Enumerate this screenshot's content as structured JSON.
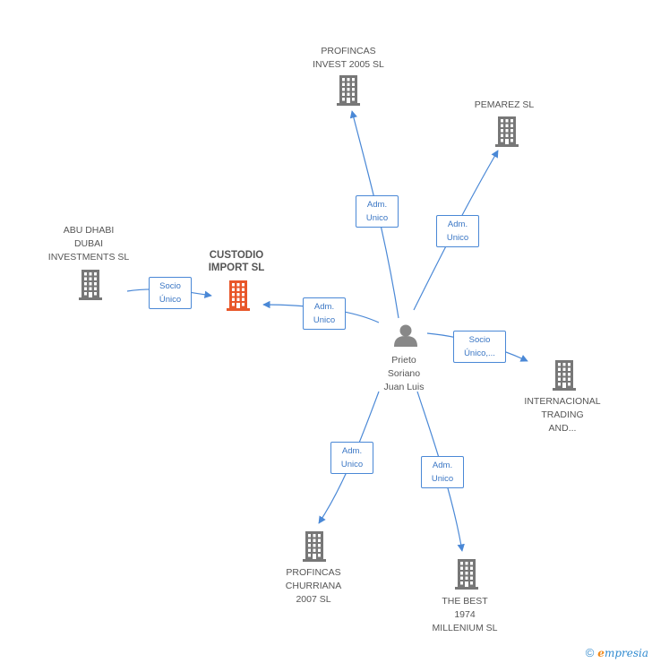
{
  "colors": {
    "edge": "#4a88d6",
    "company": "#777777",
    "focus": "#e8572a",
    "person": "#888888"
  },
  "center": {
    "name_lines": [
      "Prieto",
      "Soriano",
      "Juan Luis"
    ],
    "icon": "person-icon"
  },
  "companies": [
    {
      "key": "profincas-invest",
      "lines": [
        "PROFINCAS",
        "INVEST 2005 SL"
      ],
      "focus": false,
      "icon": "building-icon"
    },
    {
      "key": "pemarez",
      "lines": [
        "PEMAREZ SL"
      ],
      "focus": false,
      "icon": "building-icon"
    },
    {
      "key": "custodio",
      "lines": [
        "CUSTODIO",
        "IMPORT SL"
      ],
      "focus": true,
      "icon": "building-icon"
    },
    {
      "key": "abu-dhabi",
      "lines": [
        "ABU DHABI",
        "DUBAI",
        "INVESTMENTS SL"
      ],
      "focus": false,
      "icon": "building-icon"
    },
    {
      "key": "internacional",
      "lines": [
        "INTERNACIONAL",
        "TRADING",
        "AND..."
      ],
      "focus": false,
      "icon": "building-icon"
    },
    {
      "key": "profincas-churriana",
      "lines": [
        "PROFINCAS",
        "CHURRIANA",
        "2007 SL"
      ],
      "focus": false,
      "icon": "building-icon"
    },
    {
      "key": "the-best",
      "lines": [
        "THE BEST",
        "1974",
        "MILLENIUM  SL"
      ],
      "focus": false,
      "icon": "building-icon"
    }
  ],
  "relations": [
    {
      "key": "rel-profincas-invest",
      "lines": [
        "Adm.",
        "Unico"
      ]
    },
    {
      "key": "rel-pemarez",
      "lines": [
        "Adm.",
        "Unico"
      ]
    },
    {
      "key": "rel-custodio",
      "lines": [
        "Adm.",
        "Unico"
      ]
    },
    {
      "key": "rel-abu-dhabi",
      "lines": [
        "Socio",
        "Único"
      ]
    },
    {
      "key": "rel-internacional",
      "lines": [
        "Socio",
        "Único,..."
      ]
    },
    {
      "key": "rel-profincas-churriana",
      "lines": [
        "Adm.",
        "Unico"
      ]
    },
    {
      "key": "rel-the-best",
      "lines": [
        "Adm.",
        "Unico"
      ]
    }
  ],
  "footer": {
    "copyright": "©",
    "brand_first": "e",
    "brand_rest": "mpresia"
  }
}
